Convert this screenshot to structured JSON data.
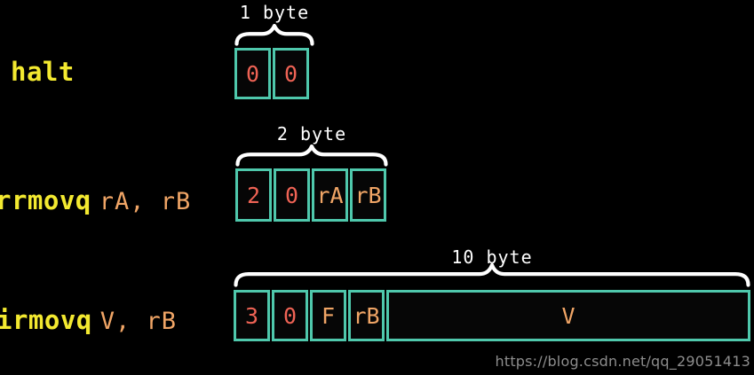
{
  "colors": {
    "background": "#000000",
    "teal": "#4fc8ac",
    "salmon": "#ef6355",
    "orange": "#f0a566",
    "yellow": "#f3e930",
    "white": "#ffffff",
    "gray": "#8d8d8d"
  },
  "watermark": "https://blog.csdn.net/qq_29051413",
  "rows": [
    {
      "instruction": "halt",
      "mnemonic": "halt",
      "operands": "",
      "size_label": "1 byte",
      "cells": [
        {
          "text": "0",
          "color": "salmon"
        },
        {
          "text": "0",
          "color": "salmon"
        }
      ]
    },
    {
      "instruction": "rrmovq rA, rB",
      "mnemonic": "rrmovq",
      "operands": "rA, rB",
      "size_label": "2 byte",
      "cells": [
        {
          "text": "2",
          "color": "salmon"
        },
        {
          "text": "0",
          "color": "salmon"
        },
        {
          "text": "rA",
          "color": "orange"
        },
        {
          "text": "rB",
          "color": "orange"
        }
      ]
    },
    {
      "instruction": "irmovq V, rB",
      "mnemonic": "irmovq",
      "operands": "V, rB",
      "size_label": "10 byte",
      "cells": [
        {
          "text": "3",
          "color": "salmon"
        },
        {
          "text": "0",
          "color": "salmon"
        },
        {
          "text": "F",
          "color": "orange"
        },
        {
          "text": "rB",
          "color": "orange"
        },
        {
          "text": "V",
          "color": "orange",
          "wide": true
        }
      ]
    }
  ]
}
